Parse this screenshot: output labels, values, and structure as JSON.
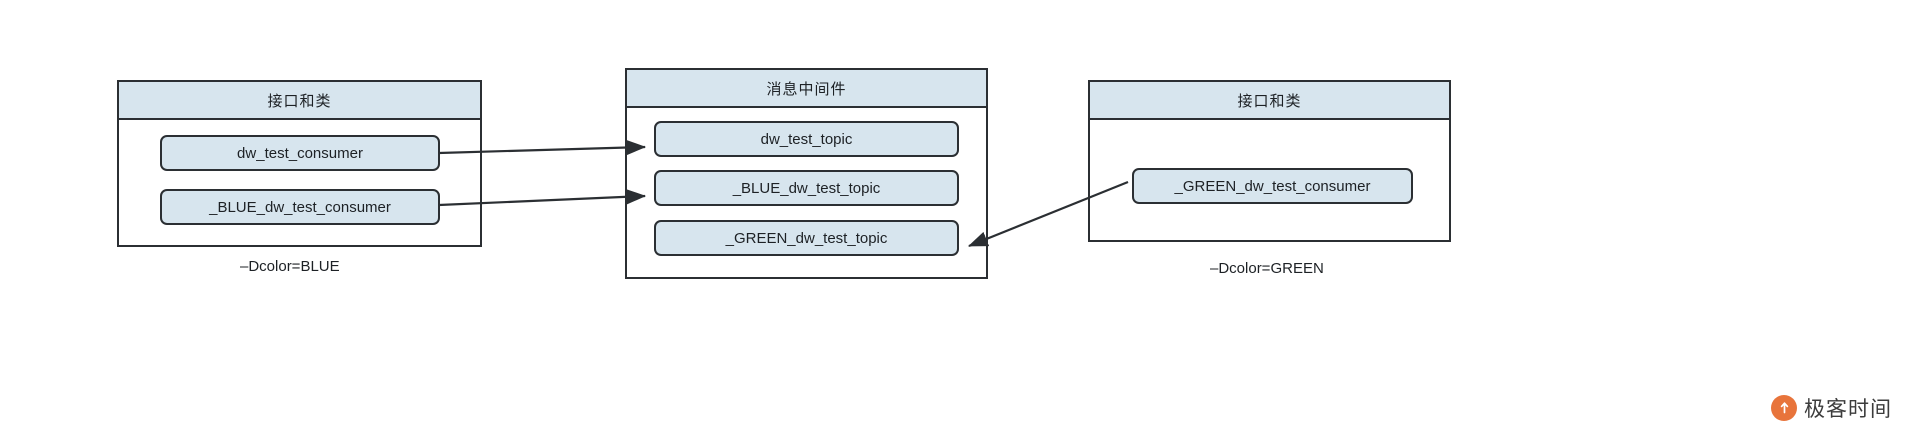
{
  "diagram": {
    "title_left": "接口和类",
    "title_middle": "消息中间件",
    "title_right": "接口和类",
    "packages": [
      {
        "id": "left",
        "title": "接口和类",
        "caption": "–Dcolor=BLUE",
        "nodes": [
          {
            "label": "dw_test_consumer"
          },
          {
            "label": "_BLUE_dw_test_consumer"
          }
        ]
      },
      {
        "id": "middle",
        "title": "消息中间件",
        "caption": "",
        "nodes": [
          {
            "label": "dw_test_topic"
          },
          {
            "label": "_BLUE_dw_test_topic"
          },
          {
            "label": "_GREEN_dw_test_topic"
          }
        ]
      },
      {
        "id": "right",
        "title": "接口和类",
        "caption": "–Dcolor=GREEN",
        "nodes": [
          {
            "label": "_GREEN_dw_test_consumer"
          }
        ]
      }
    ],
    "connections": [
      {
        "from": "dw_test_consumer",
        "to": "dw_test_topic"
      },
      {
        "from": "_BLUE_dw_test_consumer",
        "to": "_BLUE_dw_test_topic"
      },
      {
        "from": "_GREEN_dw_test_consumer",
        "to": "_GREEN_dw_test_topic"
      }
    ],
    "colors": {
      "node_fill": "#d7e5ee",
      "border": "#2b2f33",
      "background": "#ffffff",
      "arrow": "#2b2f33",
      "watermark_accent": "#e8743b"
    }
  },
  "watermark": {
    "logo_glyph": "↑",
    "text": "极客时间"
  }
}
